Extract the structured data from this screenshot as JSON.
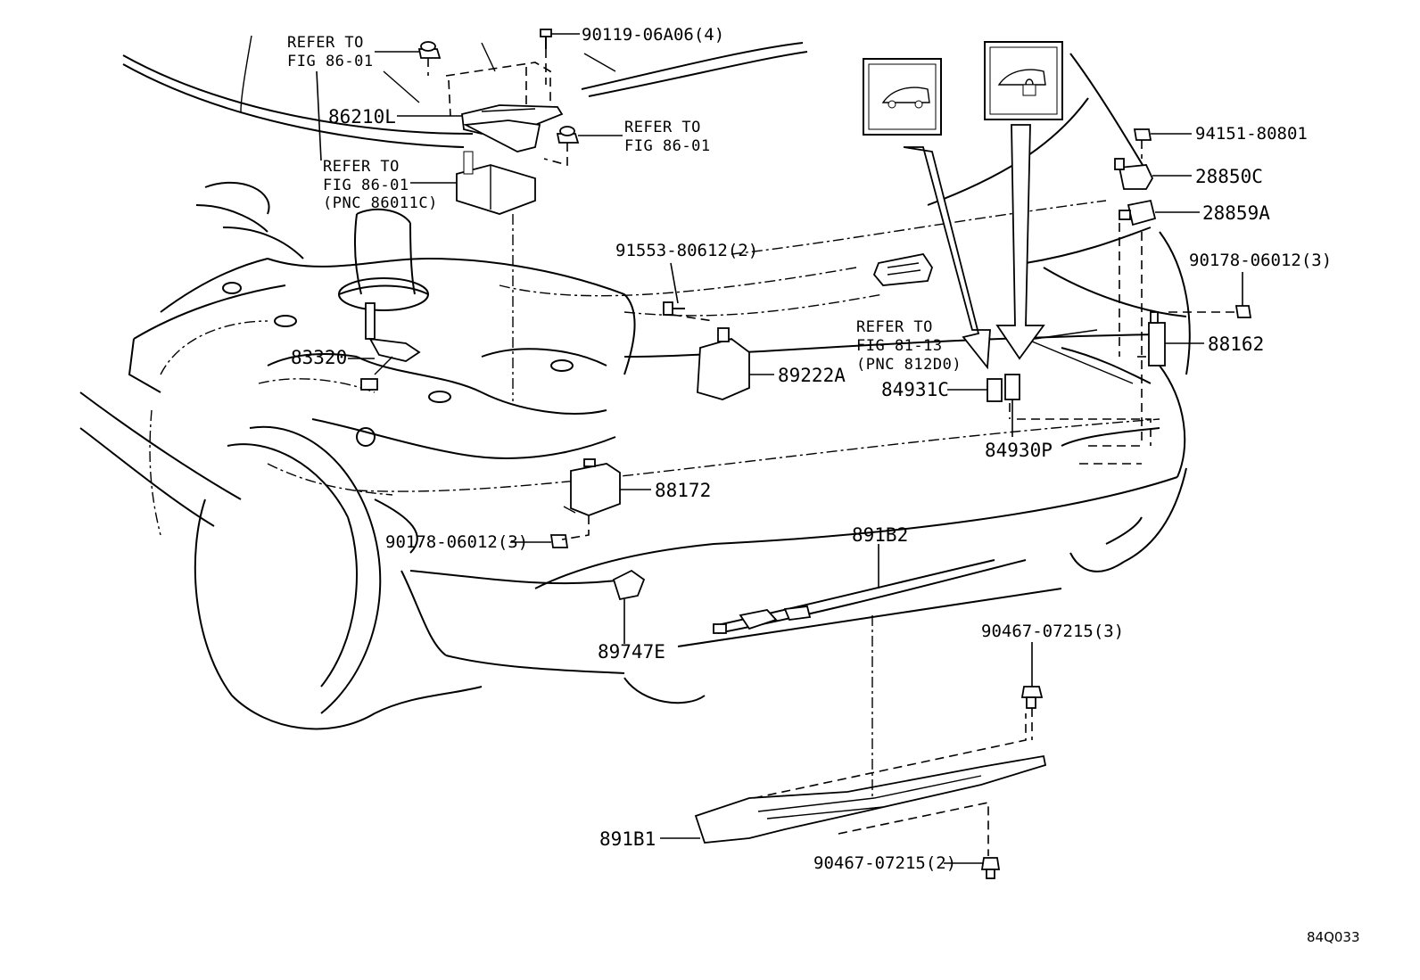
{
  "labels": {
    "refer_top_1": "REFER TO",
    "refer_top_2": "FIG 86-01",
    "p_90119": "90119-06A06(4)",
    "p_86210L": "86210L",
    "refer_mid_1": "REFER TO",
    "refer_mid_2": "FIG 86-01",
    "refer_left_1": "REFER TO",
    "refer_left_2": "FIG 86-01",
    "refer_left_3": "(PNC 86011C)",
    "p_91553": "91553-80612(2)",
    "p_83320": "83320",
    "p_89222A": "89222A",
    "refer_812_1": "REFER TO",
    "refer_812_2": "FIG 81-13",
    "refer_812_3": "(PNC 812D0)",
    "p_84931C": "84931C",
    "p_84930P": "84930P",
    "p_88172": "88172",
    "p_90178_left": "90178-06012(3)",
    "p_891B2": "891B2",
    "p_89747E": "89747E",
    "p_90467_top": "90467-07215(3)",
    "p_891B1": "891B1",
    "p_90467_bot": "90467-07215(2)",
    "p_94151": "94151-80801",
    "p_28850C": "28850C",
    "p_28859A": "28859A",
    "p_90178_right": "90178-06012(3)",
    "p_88162": "88162",
    "diagram_code": "84Q033"
  },
  "icons": {
    "vehicle": "vehicle-rear-icon",
    "lock": "vehicle-lock-icon"
  }
}
